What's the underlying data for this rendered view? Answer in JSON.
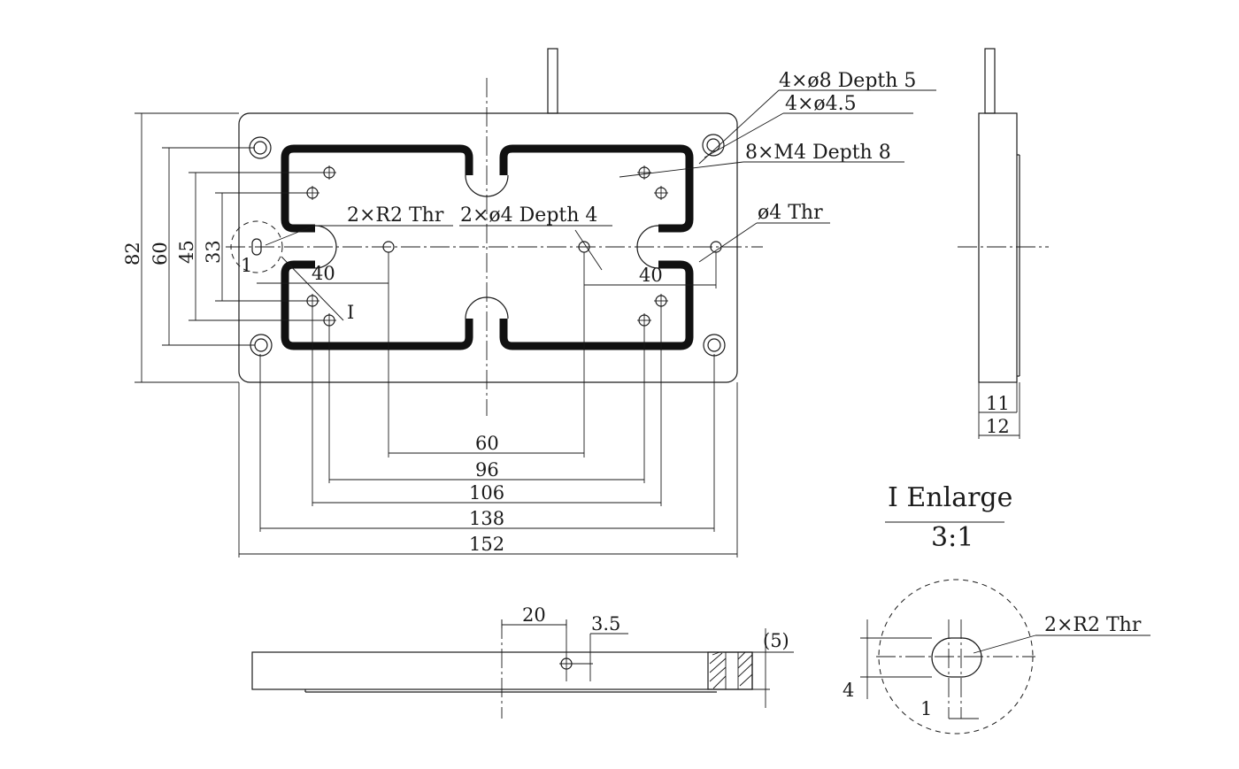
{
  "notes": {
    "counterbore": "4×ø8 Depth 5",
    "through_hole": "4×ø4.5",
    "tapped": "8×M4 Depth 8",
    "radius_slot": "2×R2 Thr",
    "blind_hole": "2×ø4 Depth 4",
    "thru_hole_4": "ø4 Thr",
    "detail_marker": "I",
    "enlarge_title": "I Enlarge",
    "enlarge_scale": "3:1",
    "detail_slot": "2×R2 Thr"
  },
  "dimensions": {
    "overall_height": "82",
    "h60": "60",
    "h45": "45",
    "h33": "33",
    "left_small": "1",
    "left_40": "40",
    "right_40": "40",
    "w60": "60",
    "w96": "96",
    "w106": "106",
    "w138": "138",
    "w152": "152",
    "side_11": "11",
    "side_12": "12",
    "bottom_20": "20",
    "bottom_3_5": "3.5",
    "bottom_5": "(5)",
    "detail_4": "4",
    "detail_1": "1"
  }
}
